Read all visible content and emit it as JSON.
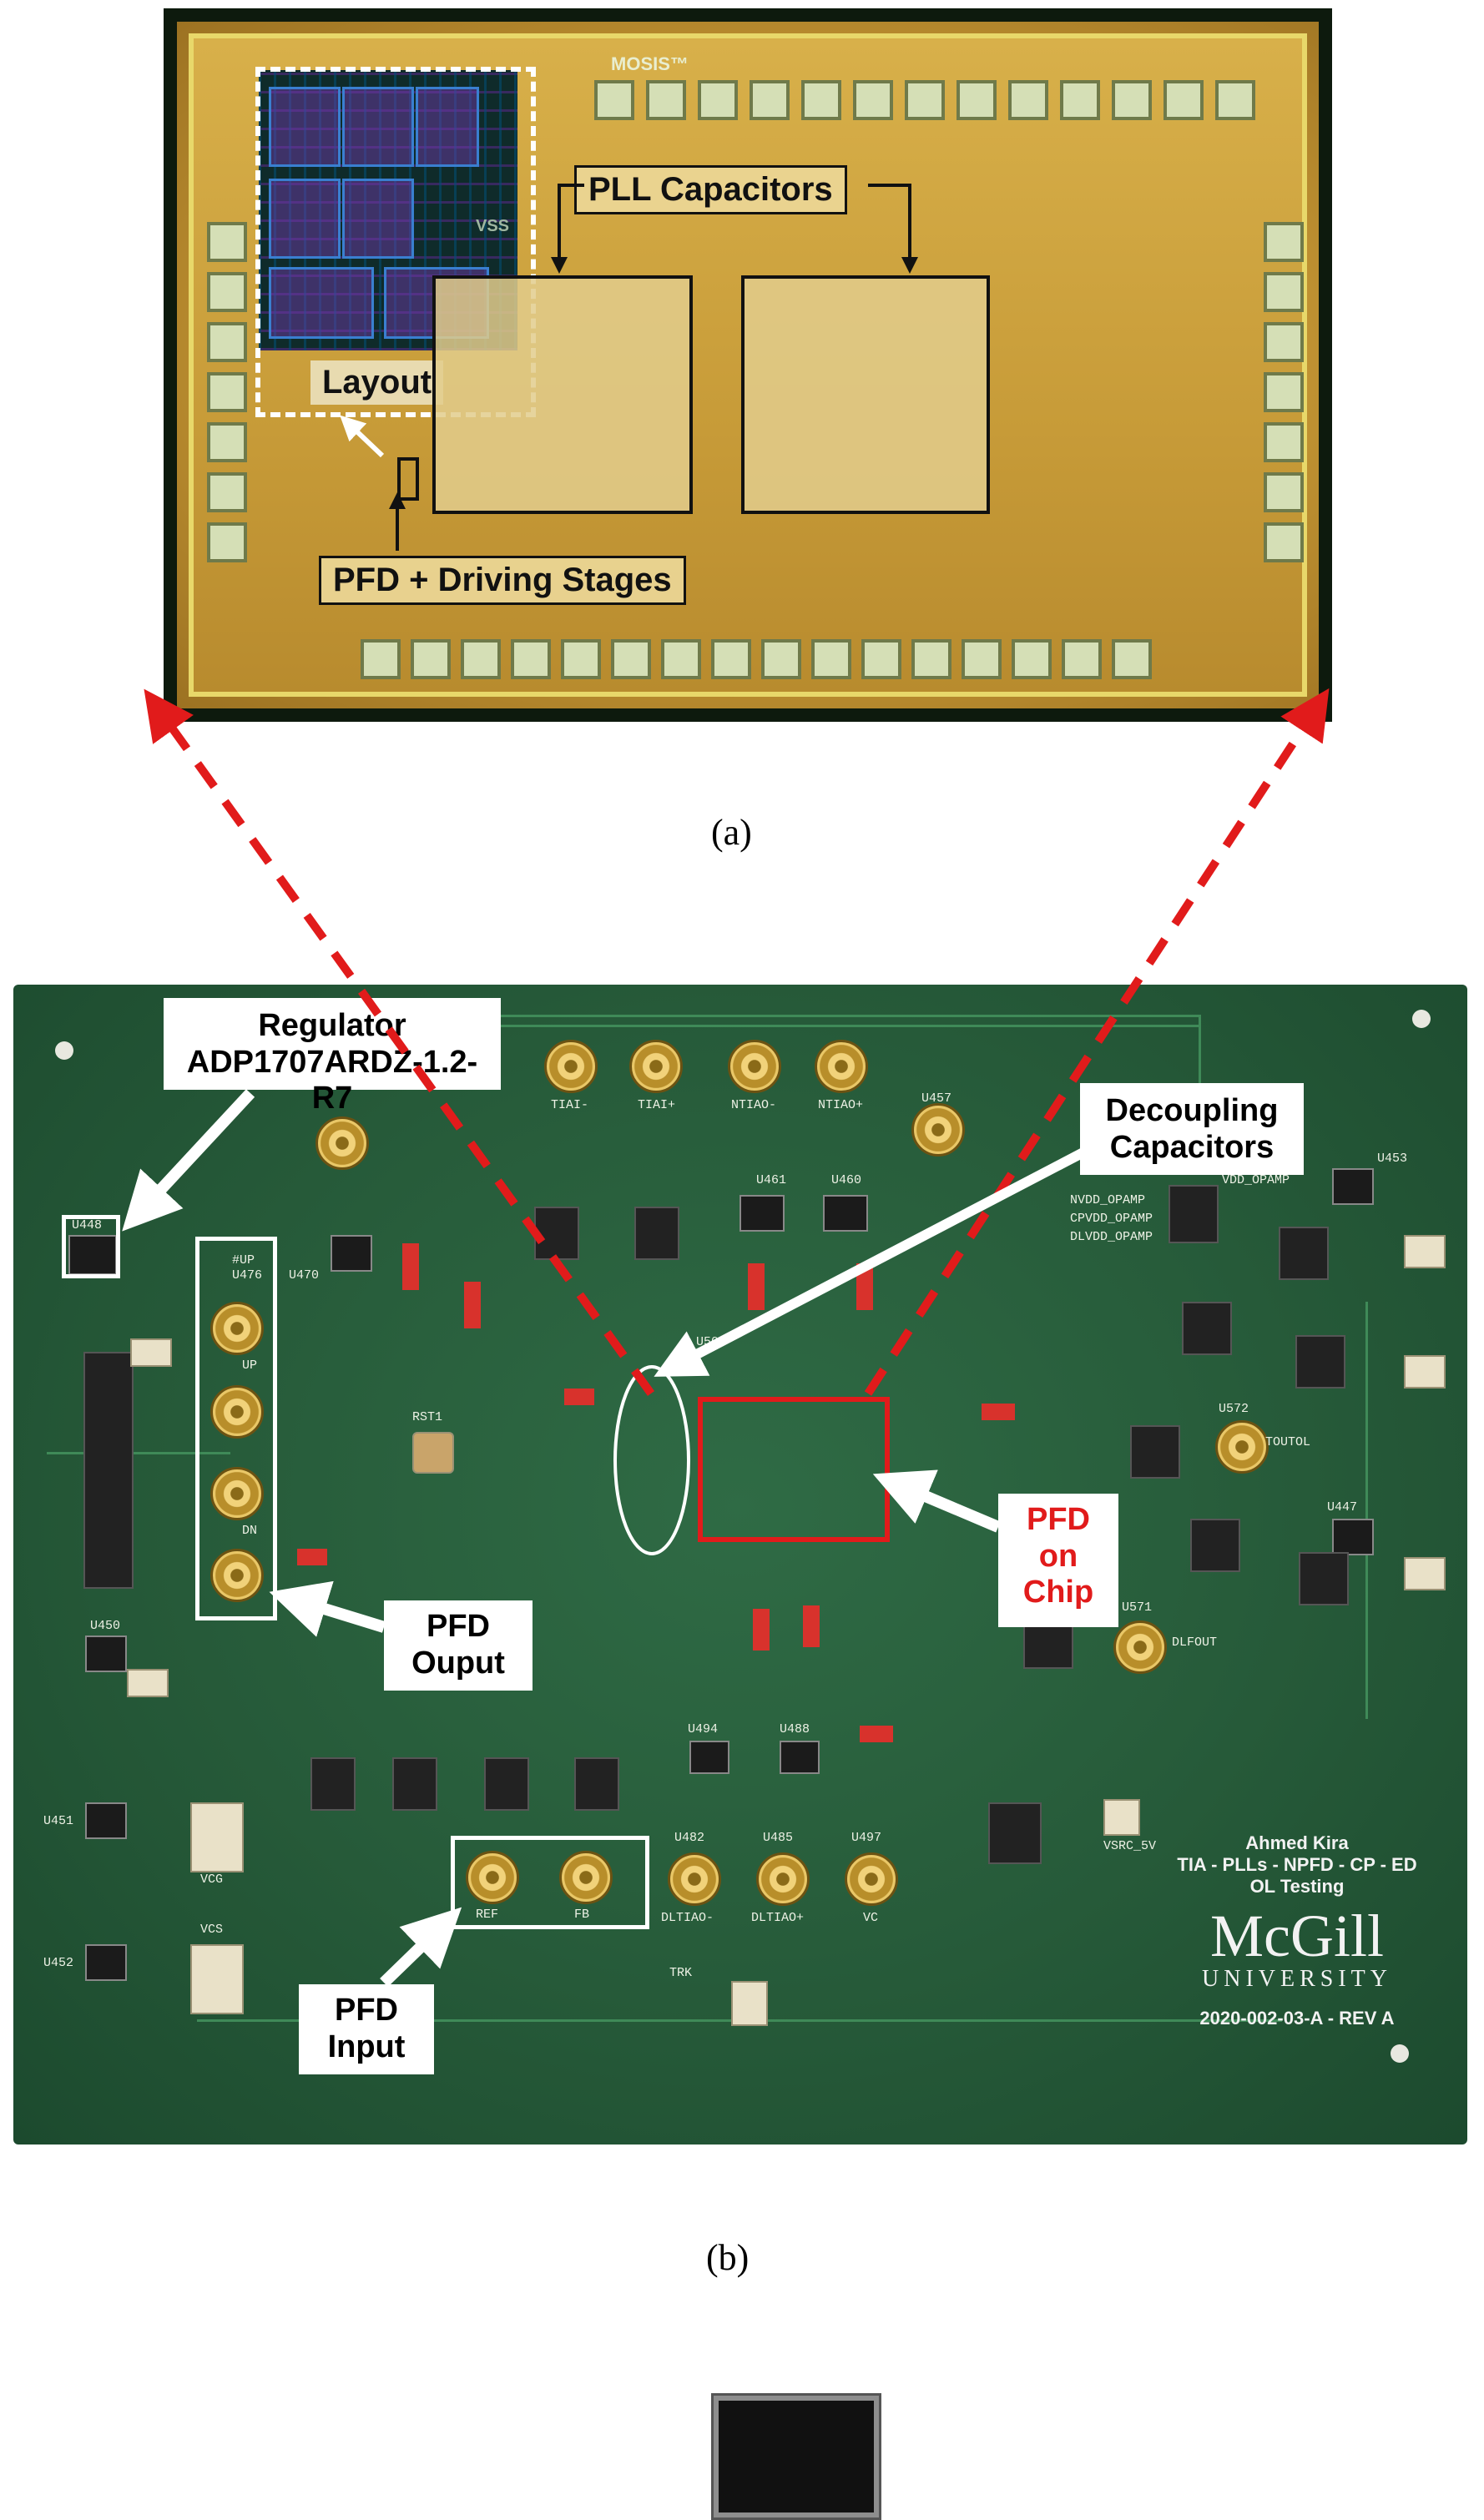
{
  "panel_a": {
    "caption": "(a)",
    "labels": {
      "pll_capacitors": "PLL Capacitors",
      "layout": "Layout",
      "pfd_driving": "PFD + Driving Stages",
      "vss": "VSS",
      "mosis": "MOSIS™"
    }
  },
  "panel_b": {
    "caption": "(b)",
    "callouts": {
      "regulator_line1": "Regulator",
      "regulator_line2": "ADP1707ARDZ-1.2-R7",
      "decoupling_line1": "Decoupling",
      "decoupling_line2": "Capacitors",
      "pfd_output_line1": "PFD",
      "pfd_output_line2": "Ouput",
      "pfd_chip_line1": "PFD",
      "pfd_chip_line2": "on",
      "pfd_chip_line3": "Chip",
      "pfd_input_line1": "PFD",
      "pfd_input_line2": "Input"
    },
    "brand": {
      "author": "Ahmed Kira",
      "project": "TIA - PLLs - NPFD - CP - ED",
      "testing": "OL Testing",
      "university_name": "McGill",
      "university_word": "UNIVERSITY",
      "revision": "2020-002-03-A - REV A"
    },
    "silkscreen": {
      "tiai_neg": "TIAI-",
      "tiai_pos": "TIAI+",
      "ntiao_neg": "NTIAO-",
      "ntiao_pos": "NTIAO+",
      "ref": "REF",
      "fb": "FB",
      "dltiao_neg": "DLTIAO-",
      "dltiao_pos": "DLTIAO+",
      "vc": "VC",
      "vdd_opamp": "VDD_OPAMP",
      "nvdd_opamp": "NVDD_OPAMP",
      "cpvdd_opamp": "CPVDD_OPAMP",
      "dlvdd_opamp": "DLVDD_OPAMP",
      "dlfout": "DLFOUT",
      "tout": "TOUTOL",
      "vsrc": "VSRC_5V",
      "rst": "RST1",
      "u448": "U448",
      "u476": "U476",
      "u572": "U572",
      "u571": "U571",
      "u508": "U508",
      "u450": "U450",
      "u451": "U451",
      "u452": "U452",
      "u453": "U453",
      "u447": "U447",
      "u497": "U497",
      "u485": "U485",
      "u482": "U482",
      "u494": "U494",
      "u488": "U488",
      "u457": "U457",
      "u460": "U460",
      "u461": "U461",
      "u470": "U470",
      "up": "UP",
      "dn": "DN",
      "nup": "#UP",
      "trk": "TRK",
      "vcg": "VCG",
      "vcs": "VCS"
    }
  },
  "colors": {
    "callout_red": "#e11b1b",
    "arrow_red": "#e11b1b",
    "pcb_green": "#265a39",
    "die_gold": "#c99a36"
  }
}
